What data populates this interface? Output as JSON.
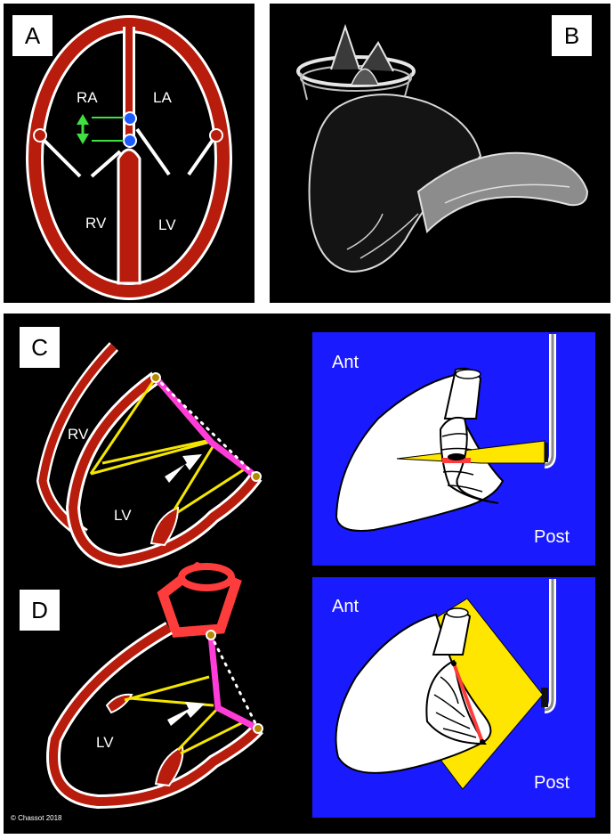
{
  "panels": {
    "a": {
      "tag": "A",
      "labels": {
        "ra": "RA",
        "la": "LA",
        "rv": "RV",
        "lv": "LV"
      }
    },
    "b": {
      "tag": "B"
    },
    "c": {
      "tag": "C",
      "labels": {
        "rv": "RV",
        "lv": "LV"
      },
      "view": {
        "ant": "Ant",
        "post": "Post"
      }
    },
    "d": {
      "tag": "D",
      "labels": {
        "lv": "LV"
      },
      "view": {
        "ant": "Ant",
        "post": "Post"
      }
    }
  },
  "copyright": "© Chassot 2018",
  "colors": {
    "myocardium": "#b71c0c",
    "leaflet": "#ff3cd7",
    "chordae": "#f5e600",
    "plane": "#ffe600",
    "background_blue": "#1a1aff",
    "marker": "#1e5bff"
  }
}
